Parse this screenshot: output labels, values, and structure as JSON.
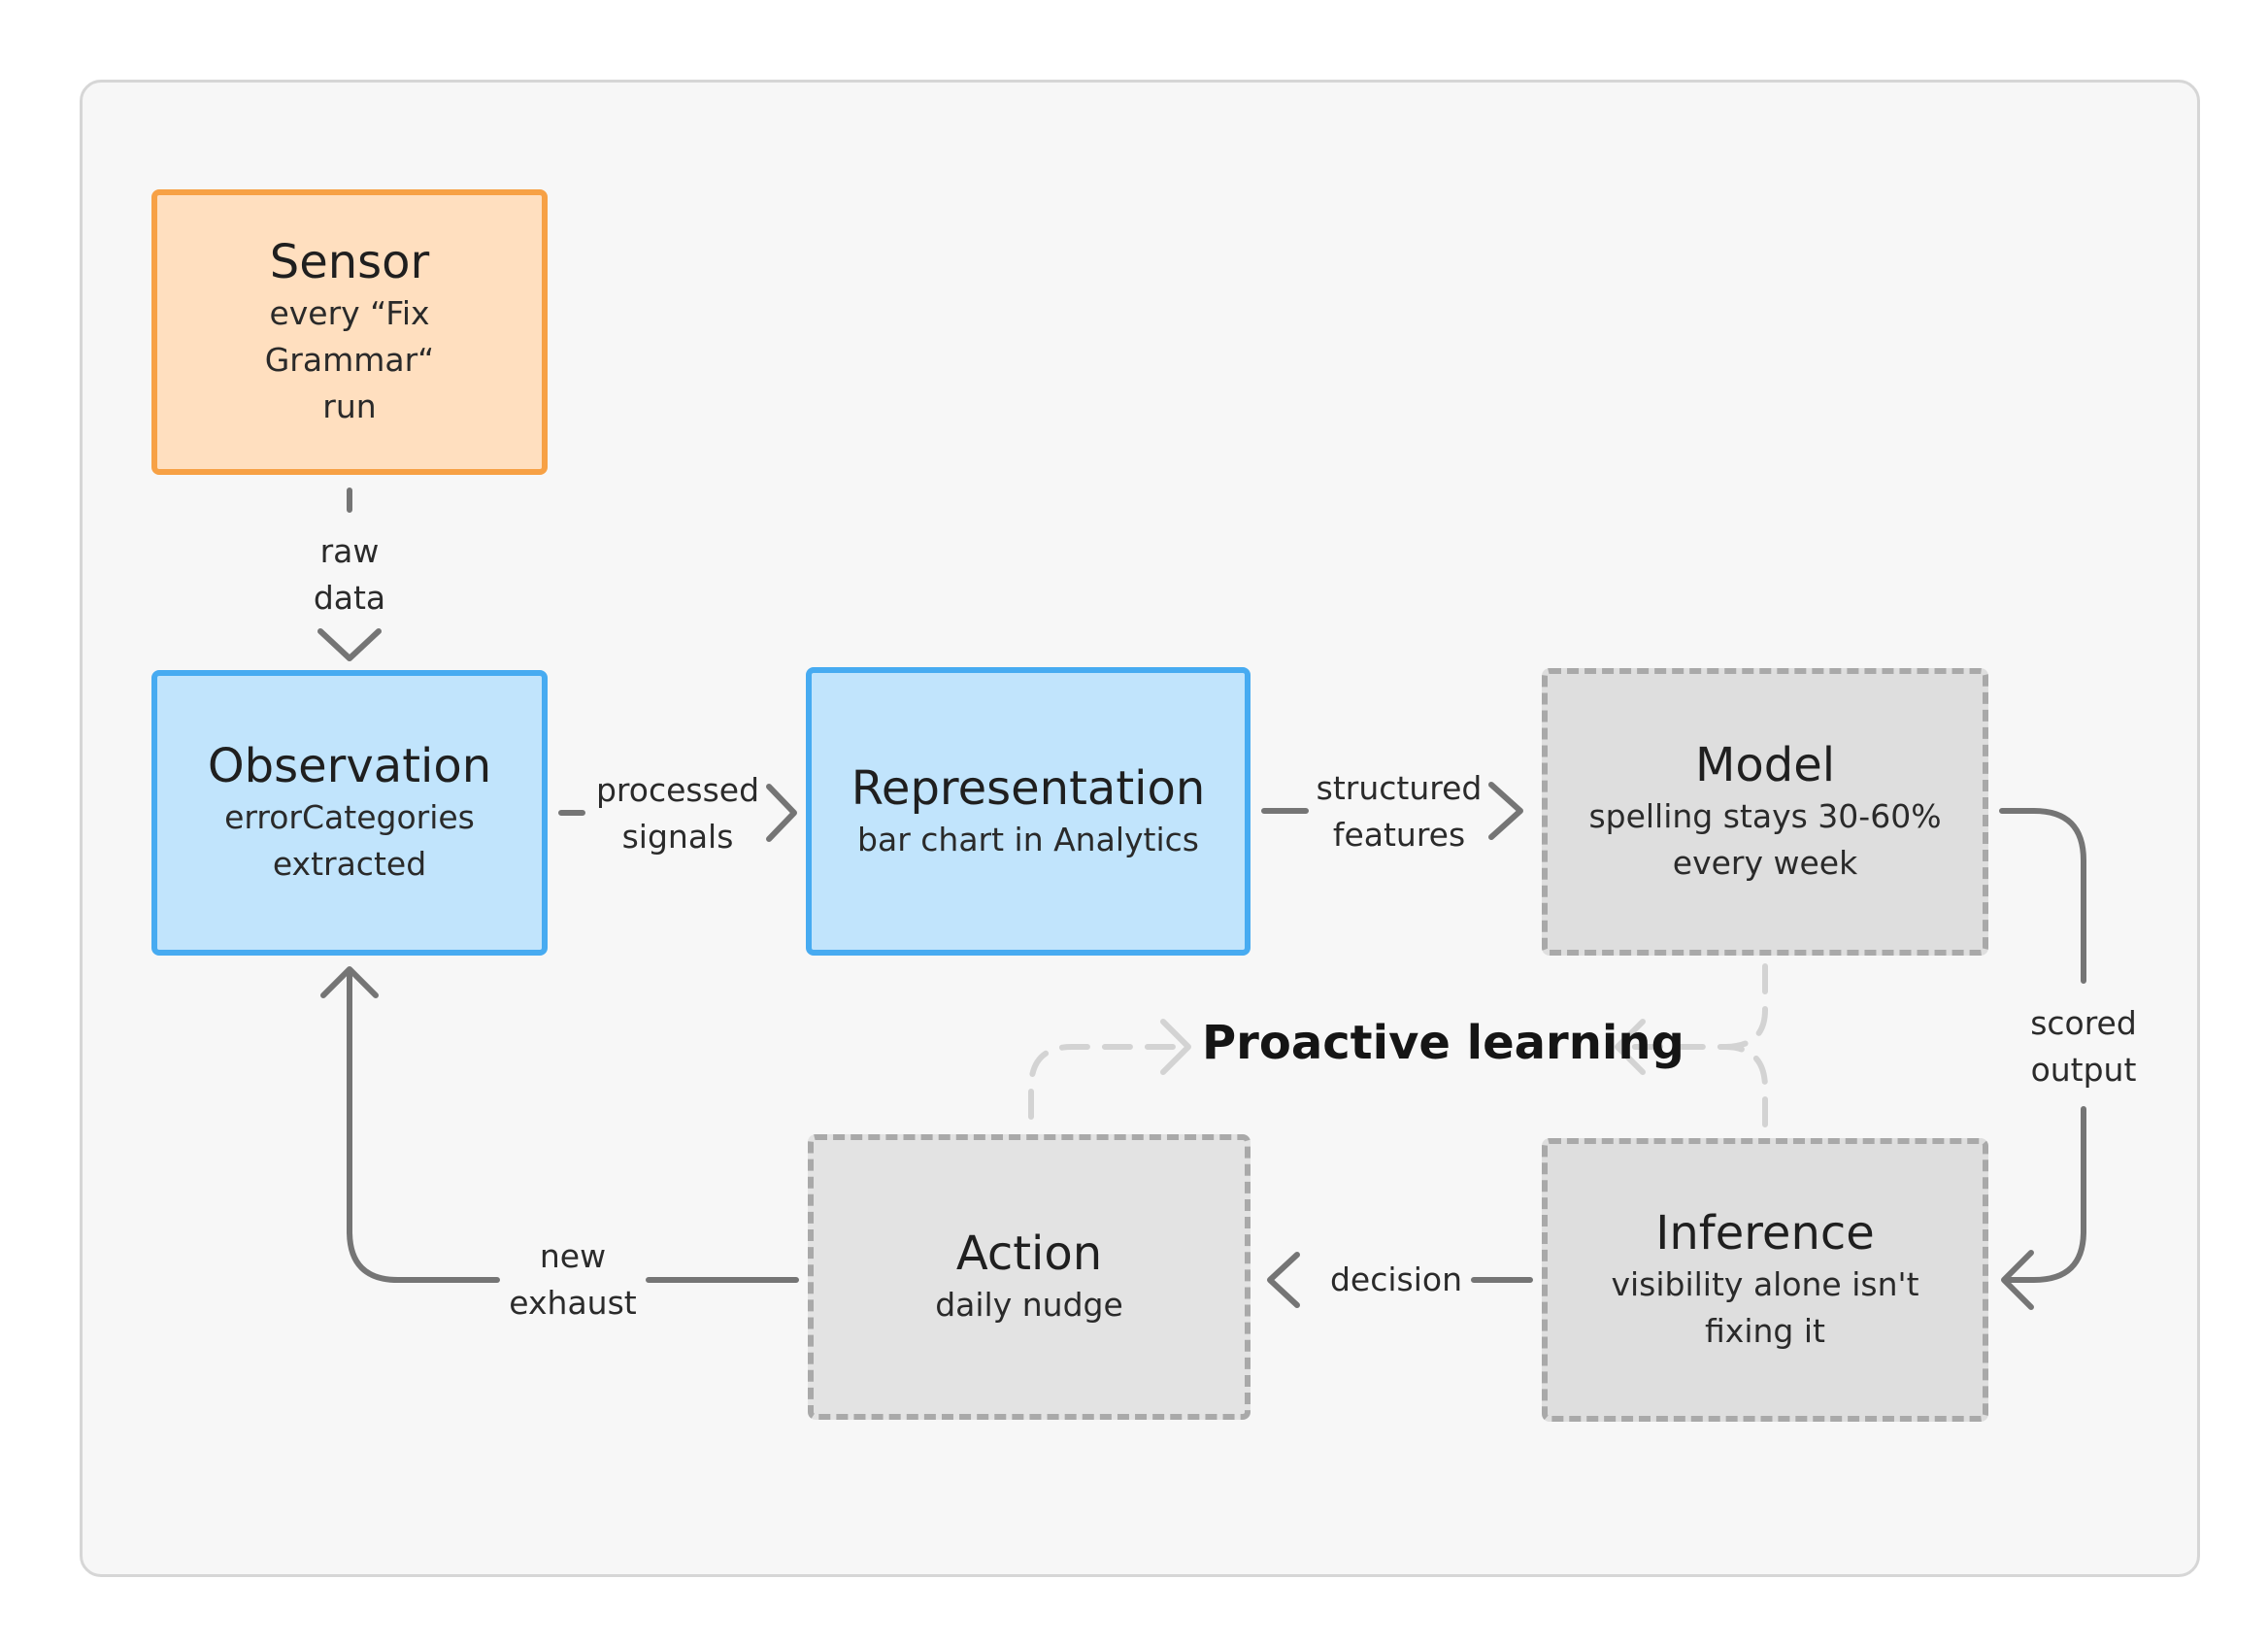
{
  "nodes": {
    "sensor": {
      "title": "Sensor",
      "sub": "every “Fix Grammar“ run"
    },
    "observation": {
      "title": "Observation",
      "sub": "errorCategories extracted"
    },
    "representation": {
      "title": "Representation",
      "sub": "bar chart in Analytics"
    },
    "model": {
      "title": "Model",
      "sub": "spelling stays 30-60% every week"
    },
    "inference": {
      "title": "Inference",
      "sub": "visibility alone isn't fixing it"
    },
    "action": {
      "title": "Action",
      "sub": "daily nudge"
    }
  },
  "edges": {
    "raw_data": "raw data",
    "processed_signals": "processed signals",
    "structured_features": "structured features",
    "scored_output": "scored output",
    "decision": "decision",
    "new_exhaust": "new exhaust"
  },
  "loop_label": "Proactive learning",
  "colors": {
    "sensor_fill": "#ffdfbf",
    "sensor_border": "#f7a145",
    "active_fill": "#c1e4fc",
    "active_border": "#47abf1",
    "inactive_fill": "#dedede",
    "inactive_border": "#a9a9a9",
    "arrow": "#757575",
    "loop_arrow": "#d3d3d3"
  }
}
